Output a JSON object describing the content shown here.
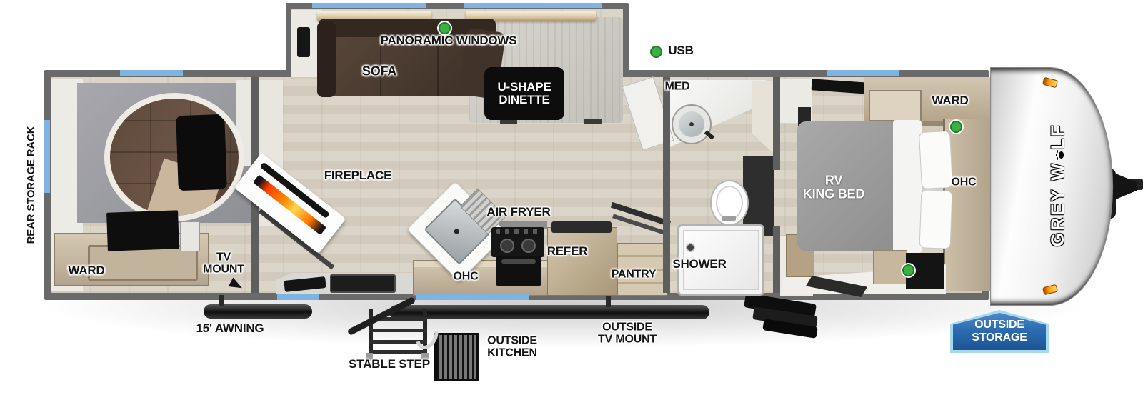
{
  "fp": {
    "title": "Grey Wolf travel trailer floorplan",
    "logo": {
      "part1": "GREY W",
      "part2": "LF"
    },
    "badge": {
      "line1": "OUTSIDE",
      "line2": "STORAGE"
    },
    "labels": {
      "panoramic_windows": "PANORAMIC WINDOWS",
      "usb": "USB",
      "sofa": "SOFA",
      "dinette_l1": "U-SHAPE",
      "dinette_l2": "DINETTE",
      "fireplace": "FIREPLACE",
      "air_fryer": "AIR FRYER",
      "ohc_kitchen": "OHC",
      "refer": "REFER",
      "pantry": "PANTRY",
      "med": "MED",
      "shower": "SHOWER",
      "ward_rear": "WARD",
      "tv_mount_l1": "TV",
      "tv_mount_l2": "MOUNT",
      "ward_front": "WARD",
      "ohc_front": "OHC",
      "king_bed_l1": "RV",
      "king_bed_l2": "KING BED",
      "rear_storage_rack": "REAR STORAGE RACK",
      "awning": "15' AWNING",
      "stable_step": "STABLE STEP",
      "outside_kitchen_l1": "OUTSIDE",
      "outside_kitchen_l2": "KITCHEN",
      "outside_tv_l1": "OUTSIDE",
      "outside_tv_l2": "TV MOUNT"
    },
    "colors": {
      "wall": "#6a6a6a",
      "window_blue": "#7fb4e2",
      "usb_green": "#3cb043",
      "badge_blue": "#2d6cb0",
      "badge_border": "#a6d9ef",
      "flame_orange": "#ff8a00",
      "floor": "#d8d1c5",
      "sofa_brown": "#46362c",
      "bed_gray": "#9c9c9c",
      "cabinet_wood": "#c4b59d"
    }
  }
}
